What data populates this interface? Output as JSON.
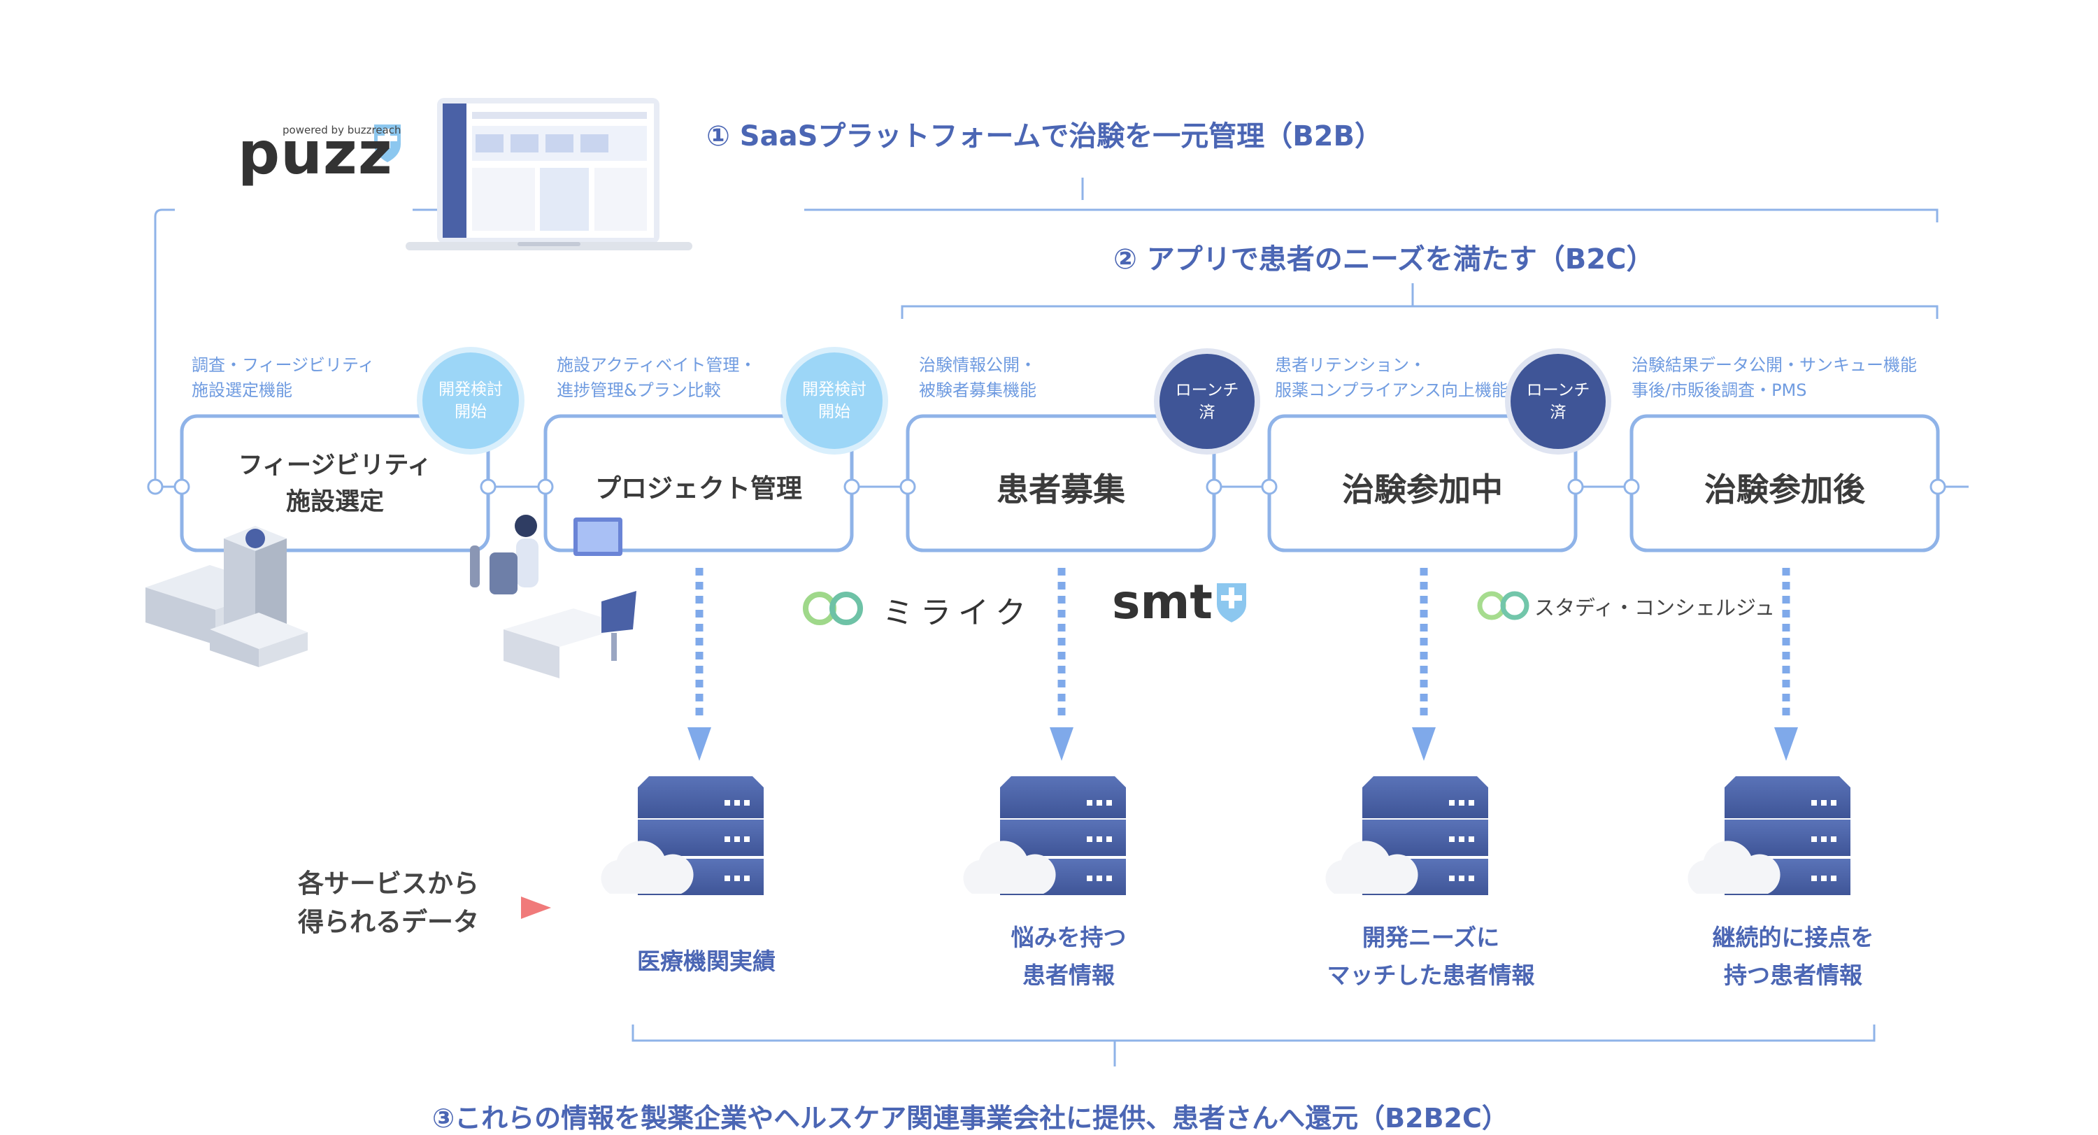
{
  "headings": {
    "b2b": "① SaaSプラットフォームで治験を一元管理（B2B）",
    "b2c": "② アプリで患者のニーズを満たす（B2C）",
    "b2b2c": "③これらの情報を製薬企業やヘルスケア関連事業会社に提供、患者さんへ還元（B2B2C）"
  },
  "logos": {
    "puzz": {
      "small": "powered by buzzreach",
      "main": "puzz"
    },
    "miraiku": "ミライク",
    "smt": "smt",
    "study": "スタディ・コンシェルジュ"
  },
  "colors": {
    "primary": "#4b66b4",
    "line": "#8fb3e8",
    "dev_badge": "#9cd6f7",
    "done_badge": "#3f5597",
    "server": "#4a61a6",
    "arrow_marker": "#f07a7a"
  },
  "stages": [
    {
      "label": "フィージビリティ\n施設選定",
      "note": "調査・フィージビリティ\n施設選定機能",
      "badge": "開発検討\n開始",
      "badge_type": "dev"
    },
    {
      "label": "プロジェクト管理",
      "note": "施設アクティベイト管理・\n進捗管理&プラン比較",
      "badge": "開発検討\n開始",
      "badge_type": "dev"
    },
    {
      "label": "患者募集",
      "note": "治験情報公開・\n被験者募集機能",
      "badge": "ローンチ\n済",
      "badge_type": "done"
    },
    {
      "label": "治験参加中",
      "note": "患者リテンション・\n服薬コンプライアンス向上機能",
      "badge": "ローンチ\n済",
      "badge_type": "done"
    },
    {
      "label": "治験参加後",
      "note": "治験結果データ公開・サンキュー機能\n事後/市販後調査・PMS",
      "badge": "",
      "badge_type": "none"
    }
  ],
  "data_outputs": [
    "医療機関実績",
    "悩みを持つ\n患者情報",
    "開発ニーズに\nマッチした患者情報",
    "継続的に接点を\n持つ患者情報"
  ],
  "left_label": "各サービスから\n得られるデータ"
}
